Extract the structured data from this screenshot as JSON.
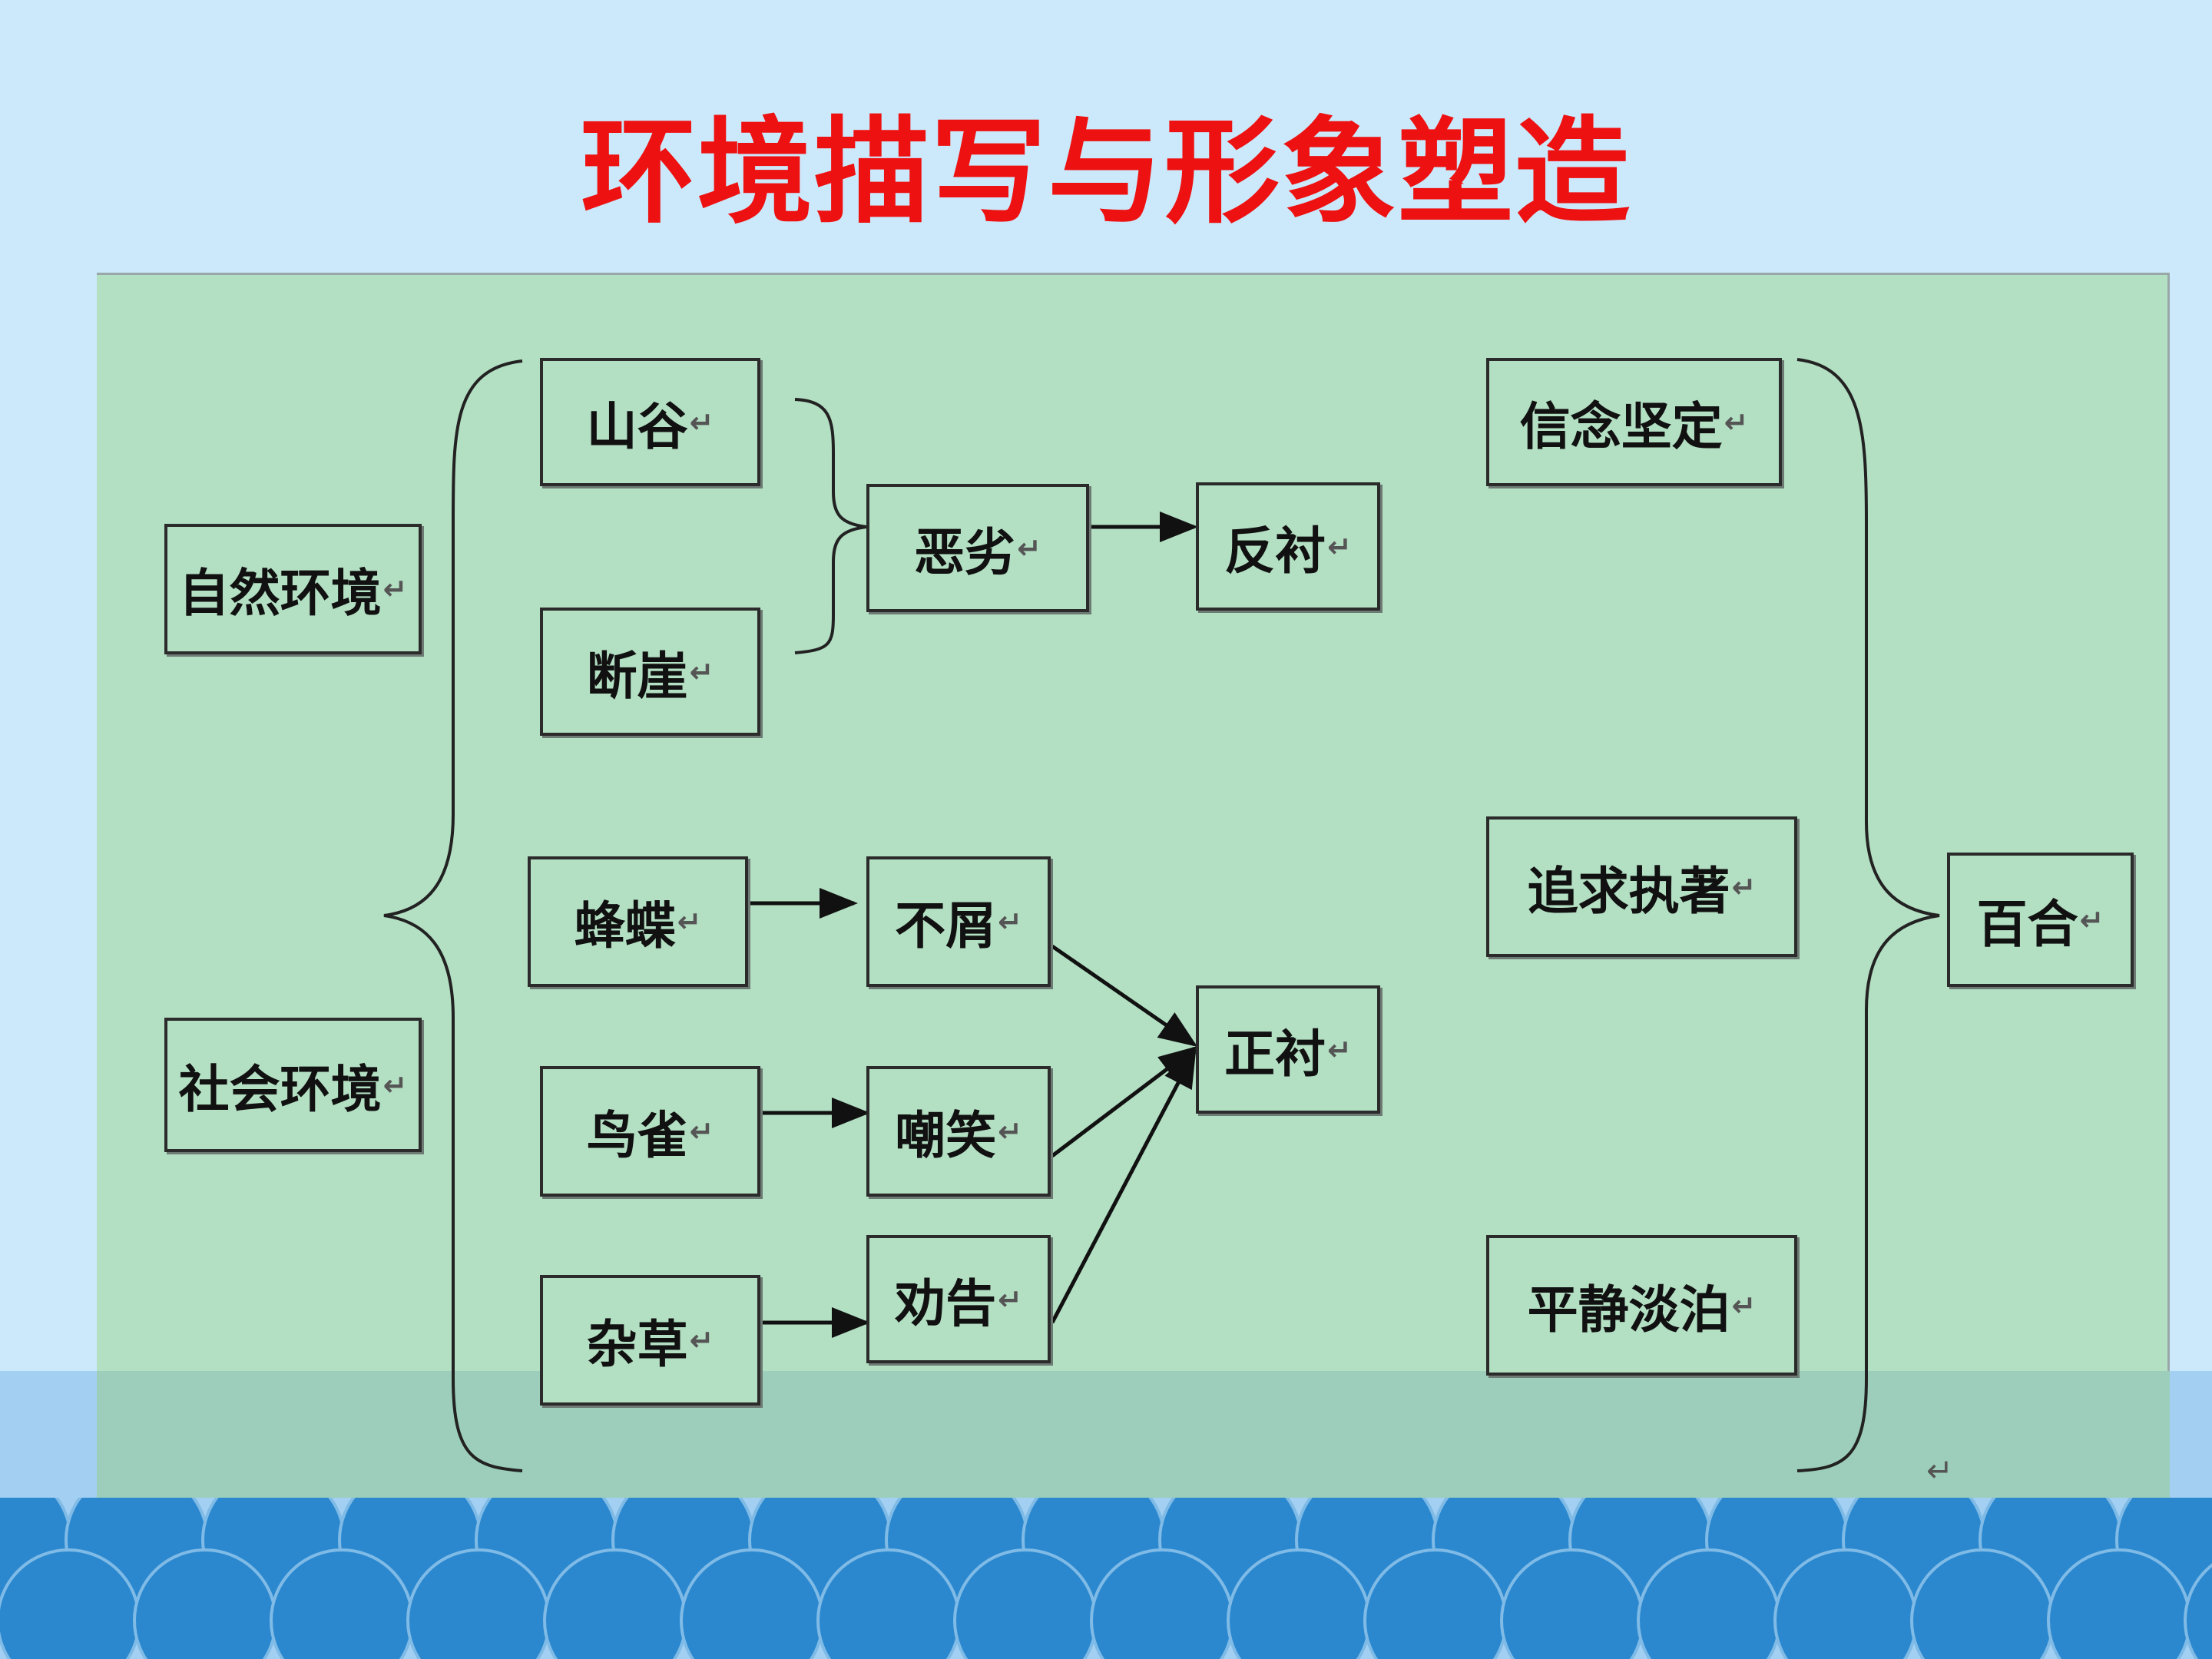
{
  "title": "环境描写与形象塑造",
  "return_mark": "↵",
  "colors": {
    "title": "#ee1111",
    "panel": "#b3dfc3",
    "sky": "#cbe9fb",
    "waves": "#2b88cf"
  },
  "nodes": {
    "natural_env": "自然环境",
    "social_env": "社会环境",
    "valley": "山谷",
    "cliff": "断崖",
    "harsh": "恶劣",
    "contrast_reverse": "反衬",
    "butterfly": "蜂蝶",
    "disdain": "不屑",
    "bird": "鸟雀",
    "mock": "嘲笑",
    "weeds": "杂草",
    "advise": "劝告",
    "contrast_direct": "正衬",
    "firm_belief": "信念坚定",
    "persistent_pursuit": "追求执著",
    "calm_indifferent": "平静淡泊",
    "lily": "百合"
  }
}
